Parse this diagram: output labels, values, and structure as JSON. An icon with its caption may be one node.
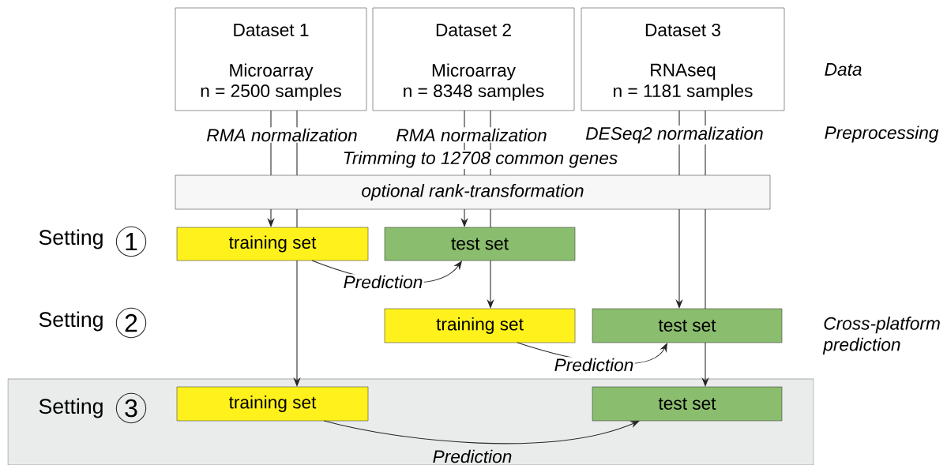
{
  "diagram": {
    "nodes": [
      {
        "text": [
          "Dataset 1",
          "Microarray",
          "n = 2500 samples"
        ]
      },
      {
        "text": [
          "Dataset 2",
          "Microarray",
          "n = 8348 samples"
        ]
      },
      {
        "text": [
          "Dataset 3",
          "RNAseq",
          "n = 1181 samples"
        ]
      },
      {
        "text": [
          "optional rank-transformation"
        ]
      },
      {
        "text": [
          "training set"
        ]
      },
      {
        "text": [
          "test set"
        ]
      },
      {
        "text": [
          "training set"
        ]
      },
      {
        "text": [
          "test set"
        ]
      },
      {
        "text": [],
        "shape": "box"
      },
      {
        "text": [
          "training set"
        ],
        "in": 8
      },
      {
        "text": [
          "test set"
        ],
        "in": 8
      }
    ],
    "edges": [
      {
        "from": 0,
        "to": 3,
        "arrow": "none"
      },
      {
        "from": 0,
        "to": 3,
        "arrow": "none"
      },
      {
        "from": 1,
        "to": 3,
        "arrow": "none"
      },
      {
        "from": 1,
        "to": 3,
        "arrow": "none"
      },
      {
        "from": 2,
        "to": 3,
        "arrow": "none"
      },
      {
        "from": 2,
        "to": 3,
        "arrow": "none"
      },
      {
        "from": 3,
        "to": 4,
        "arrow": "to"
      },
      {
        "from": 3,
        "to": 4,
        "arrow": "none"
      },
      {
        "from": 4,
        "to": 9,
        "arrow": "to"
      },
      {
        "from": 3,
        "to": 5,
        "arrow": "to"
      },
      {
        "from": 3,
        "to": 5,
        "arrow": "none"
      },
      {
        "from": 5,
        "to": 6,
        "arrow": "to"
      },
      {
        "from": 3,
        "to": 7,
        "arrow": "to"
      },
      {
        "from": 3,
        "to": 7,
        "arrow": "none"
      },
      {
        "from": 7,
        "to": 10,
        "arrow": "to"
      },
      {
        "from": 4,
        "to": 5,
        "arrow": "to",
        "label": "Prediction"
      },
      {
        "from": 6,
        "to": 7,
        "arrow": "to",
        "label": "Prediction"
      },
      {
        "from": 9,
        "to": 10,
        "arrow": "to",
        "label": "Prediction"
      }
    ],
    "labels": [
      "Data",
      "RMA normalization",
      "RMA normalization",
      "DESeq2 normalization",
      "Preprocessing",
      "Trimming to 12708 common genes",
      "Setting",
      "1",
      "Setting",
      "2",
      "Cross-platform prediction",
      "Setting",
      "3"
    ]
  }
}
